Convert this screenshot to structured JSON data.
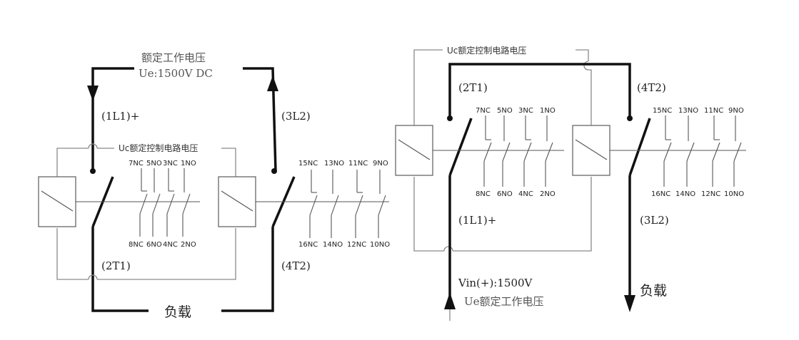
{
  "left": {
    "rated_voltage_title": "额定工作电压",
    "rated_voltage_value": "Ue:1500V DC",
    "control_voltage": "Uc额定控制电路电压",
    "l1": "(1L1)+",
    "l2": "(3L2)",
    "t1": "(2T1)",
    "t2": "(4T2)",
    "load": "负载",
    "aux1_top": [
      "7NC",
      "5NO",
      "3NC",
      "1NO"
    ],
    "aux1_bottom": [
      "8NC",
      "6NO",
      "4NC",
      "2NO"
    ],
    "aux2_top": [
      "15NC",
      "13NO",
      "11NC",
      "9NO"
    ],
    "aux2_bottom": [
      "16NC",
      "14NO",
      "12NC",
      "10NO"
    ]
  },
  "right": {
    "control_voltage": "Uc额定控制电路电压",
    "t1": "(2T1)",
    "t2": "(4T2)",
    "l1": "(1L1)+",
    "l2": "(3L2)",
    "vin": "Vin(+):1500V",
    "rated_voltage": "Ue额定工作电压",
    "load": "负载",
    "aux1_top": [
      "7NC",
      "5NO",
      "3NC",
      "1NO"
    ],
    "aux1_bottom": [
      "8NC",
      "6NO",
      "4NC",
      "2NO"
    ],
    "aux2_top": [
      "15NC",
      "13NO",
      "11NC",
      "9NO"
    ],
    "aux2_bottom": [
      "16NC",
      "14NO",
      "12NC",
      "10NO"
    ]
  }
}
